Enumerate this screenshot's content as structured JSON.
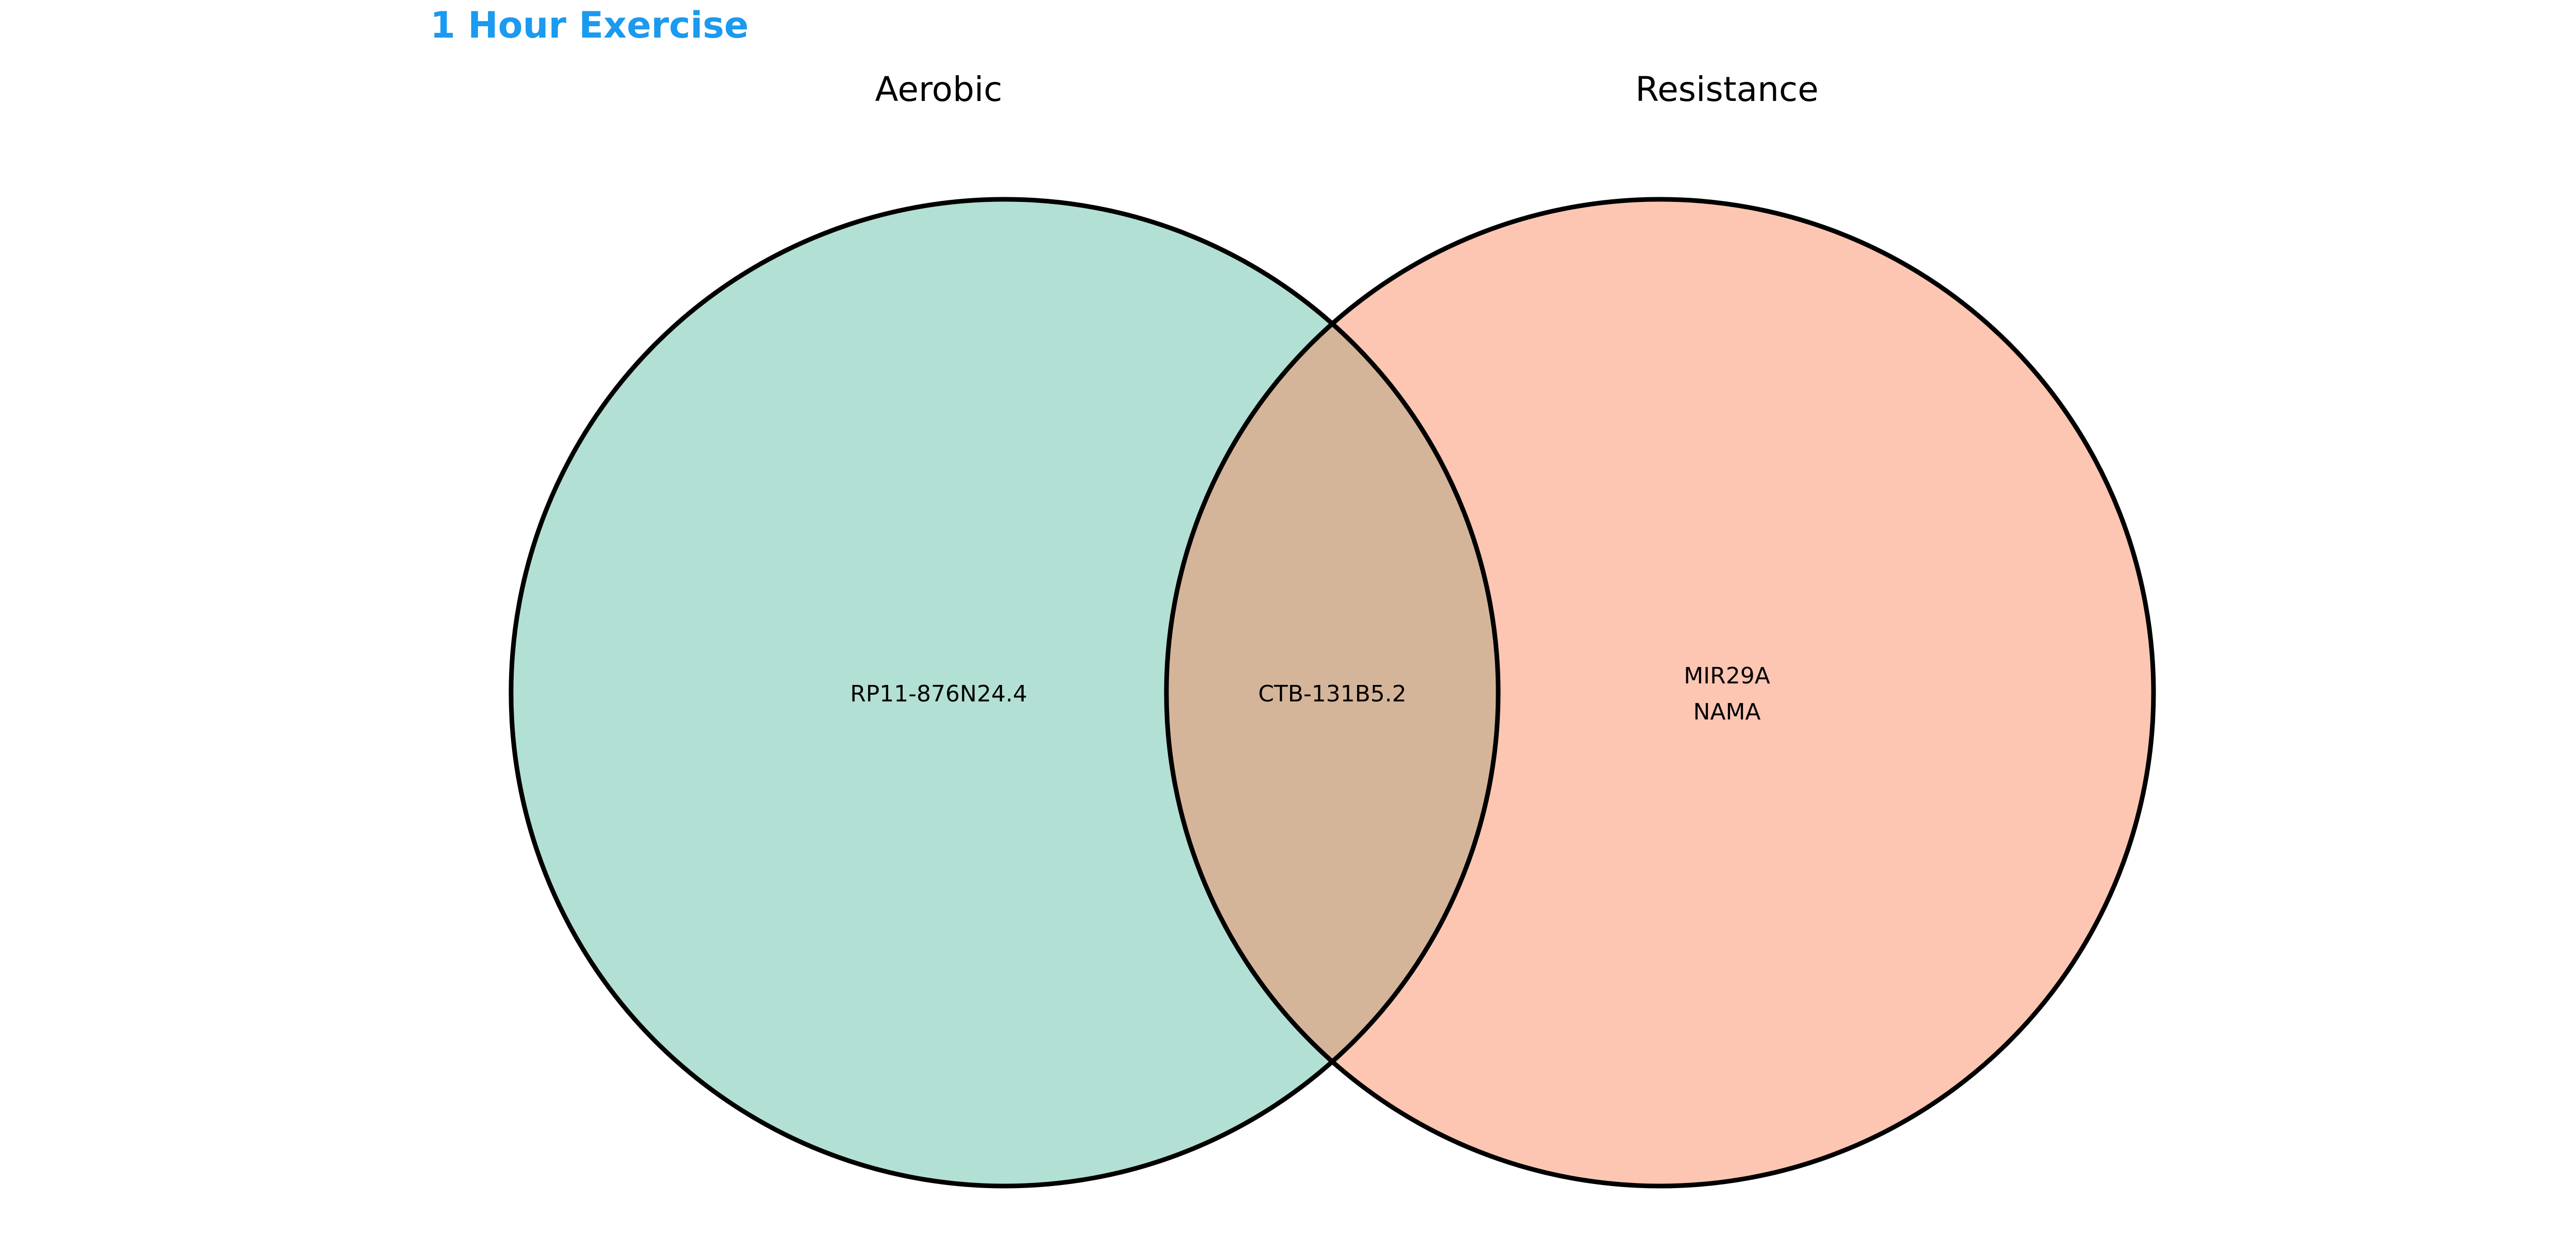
{
  "title": "1 Hour Exercise",
  "colors": {
    "title": "#1a9af0",
    "set_a": "#b3e0d4",
    "set_b": "#fcc6b3",
    "overlap": "#d5b59a",
    "outline": "#000000"
  },
  "sets": [
    {
      "name": "Aerobic",
      "only_items": [
        "RP11-876N24.4"
      ]
    },
    {
      "name": "Resistance",
      "only_items": [
        "MIR29A",
        "NAMA"
      ]
    }
  ],
  "intersection": {
    "items": [
      "CTB-131B5.2"
    ]
  }
}
